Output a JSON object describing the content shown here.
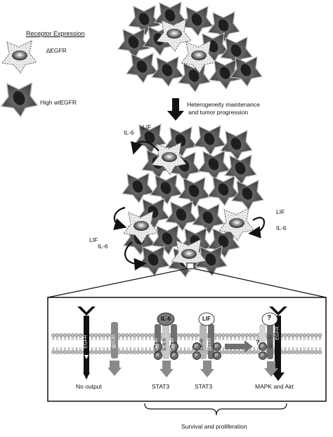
{
  "legend": {
    "title": "Receptor Expression",
    "delta_label": "∆EGFR",
    "high_label": "High wtEGFR"
  },
  "transition_label": [
    "Heterogeneity maintenance",
    "and tumor progression"
  ],
  "cytokines": {
    "top_lif": "LIF",
    "top_il6": "IL-6",
    "right_lif": "LIF",
    "right_il6": "IL-6",
    "left_lif": "LIF",
    "left_il6": "IL-6"
  },
  "receptors": {
    "egfr": "EGFR",
    "gp130": "gp130",
    "il6r": "IL-6 R",
    "lifr": "LIF-R",
    "il6_ligand": "IL-6",
    "lif_ligand": "LIF",
    "unknown_ligand": "?",
    "unknown_receptor": "?",
    "phospho": "P"
  },
  "outputs": {
    "no_output": "No output",
    "stat3_a": "STAT3",
    "stat3_b": "STAT3",
    "mapk_akt": "MAPK and Akt"
  },
  "summary_label": "Survival and proliferation",
  "colors": {
    "dark_cell": "#555555",
    "light_cell": "#e9e9e9",
    "receptor_dark": "#111111",
    "receptor_gray": "#8a8a8a"
  }
}
